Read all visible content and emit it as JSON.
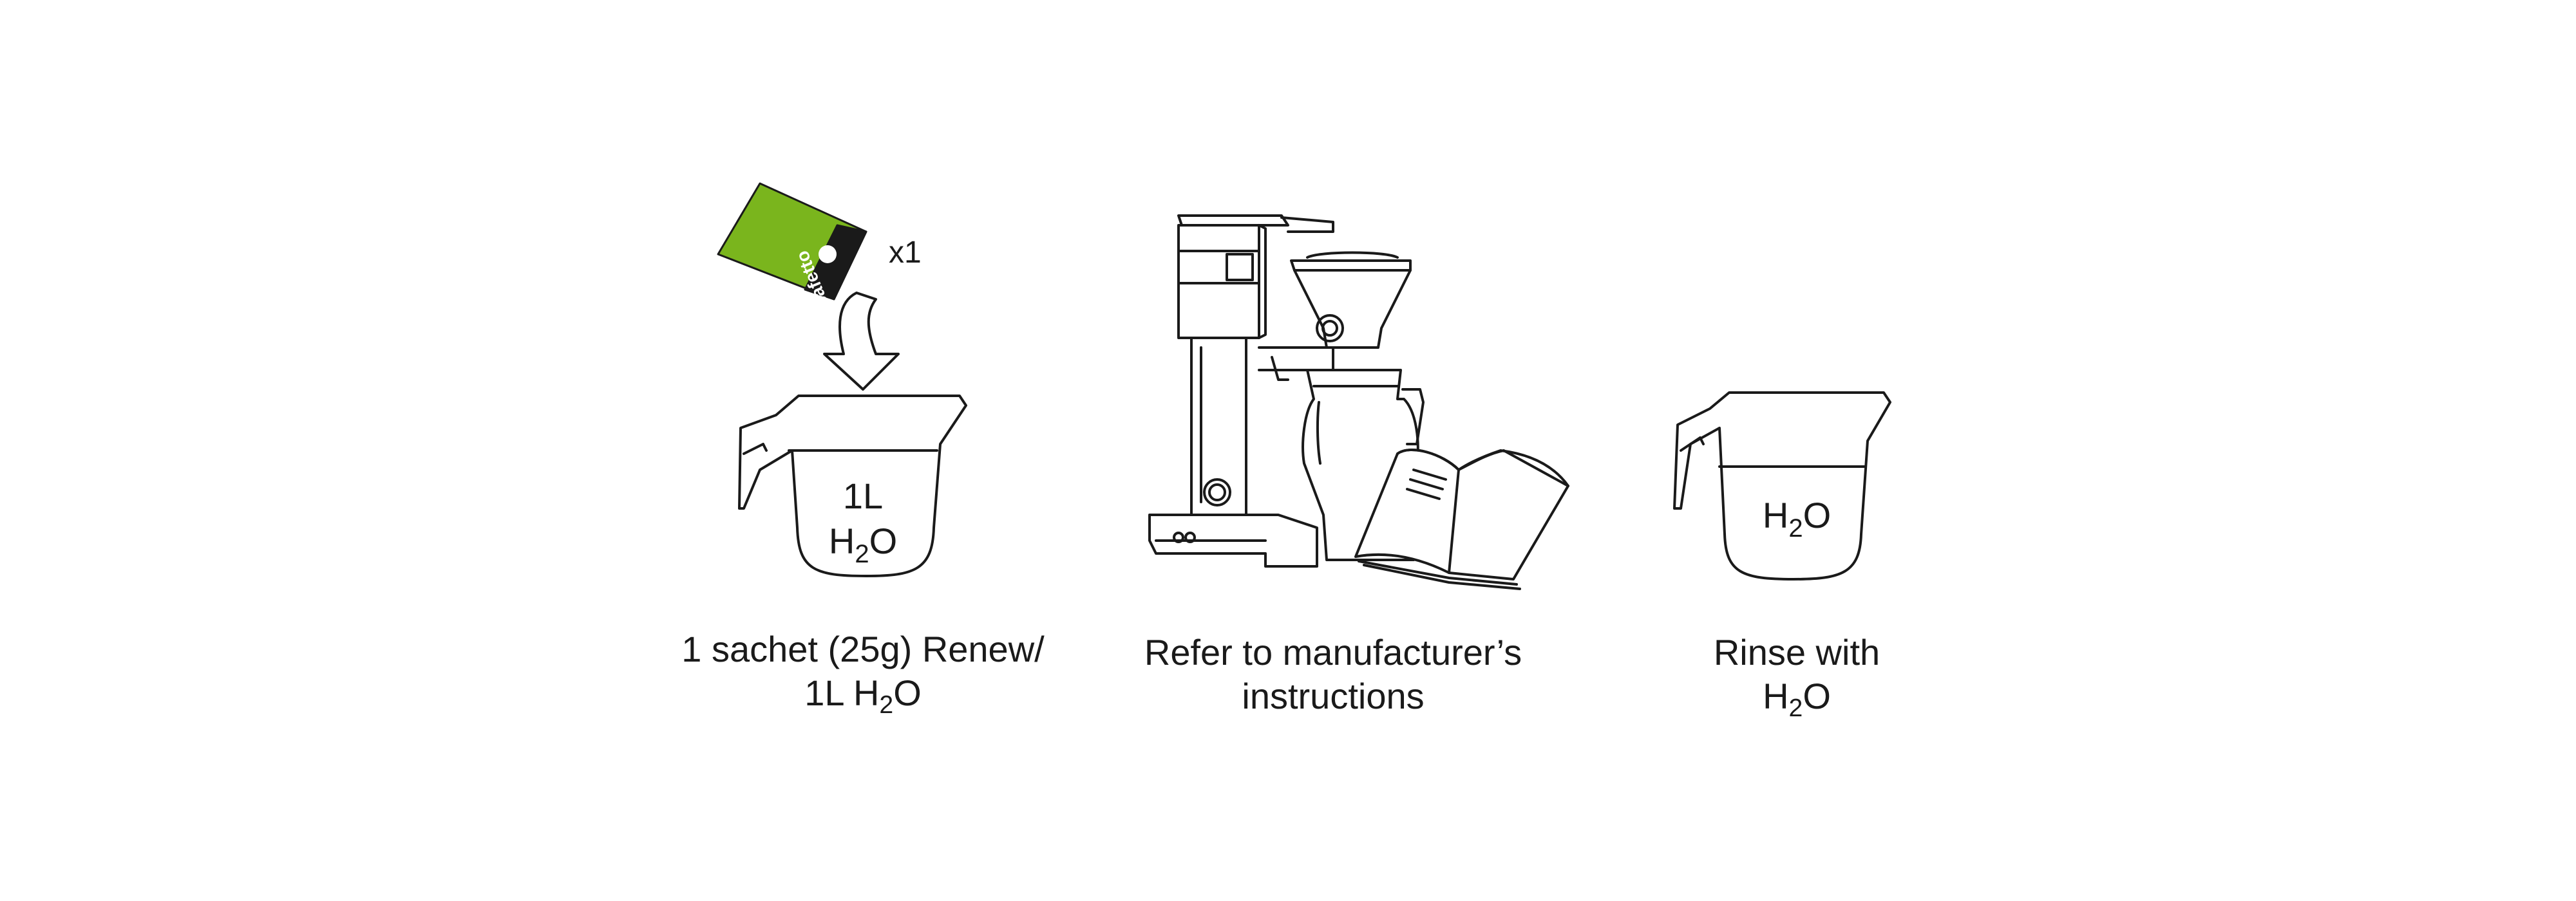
{
  "colors": {
    "line": "#1a1a1a",
    "sachet": "#7ab51d",
    "sachet_band": "#1a1a1a",
    "background": "#ffffff"
  },
  "icons": [
    "sachet-icon",
    "arrow-down-icon",
    "measuring-jug-icon",
    "coffee-machine-icon",
    "manual-book-icon"
  ],
  "step1": {
    "sachet_count": "x1",
    "sachet_brand": "cafetto",
    "jug_volume": "1L",
    "jug_h": "H",
    "jug_sub": "2",
    "jug_o": "O",
    "caption_line1": "1 sachet (25g) Renew/",
    "caption_line2_pre": "1L H",
    "caption_line2_sub": "2",
    "caption_line2_post": "O"
  },
  "step2": {
    "caption_line1": "Refer to manufacturer’s",
    "caption_line2": "instructions"
  },
  "step3": {
    "jug_h": "H",
    "jug_sub": "2",
    "jug_o": "O",
    "caption_line1": "Rinse with",
    "caption_line2_pre": "H",
    "caption_line2_sub": "2",
    "caption_line2_post": "O"
  }
}
